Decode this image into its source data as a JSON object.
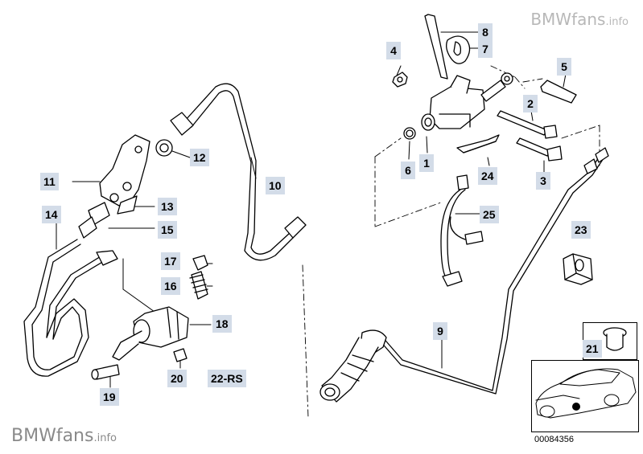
{
  "watermark": {
    "brand": "BMWfans",
    "tld": ".info"
  },
  "reference_number": "00084356",
  "callouts": [
    {
      "id": "c8",
      "text": "8"
    },
    {
      "id": "c7",
      "text": "7"
    },
    {
      "id": "c4",
      "text": "4"
    },
    {
      "id": "c5",
      "text": "5"
    },
    {
      "id": "c2",
      "text": "2"
    },
    {
      "id": "c6",
      "text": "6"
    },
    {
      "id": "c1",
      "text": "1"
    },
    {
      "id": "c24",
      "text": "24"
    },
    {
      "id": "c3",
      "text": "3"
    },
    {
      "id": "c25",
      "text": "25"
    },
    {
      "id": "c23",
      "text": "23"
    },
    {
      "id": "c12",
      "text": "12"
    },
    {
      "id": "c11",
      "text": "11"
    },
    {
      "id": "c10",
      "text": "10"
    },
    {
      "id": "c13",
      "text": "13"
    },
    {
      "id": "c14",
      "text": "14"
    },
    {
      "id": "c15",
      "text": "15"
    },
    {
      "id": "c17",
      "text": "17"
    },
    {
      "id": "c16",
      "text": "16"
    },
    {
      "id": "c18",
      "text": "18"
    },
    {
      "id": "c9",
      "text": "9"
    },
    {
      "id": "c21",
      "text": "21"
    },
    {
      "id": "c20",
      "text": "20"
    },
    {
      "id": "c22rs",
      "text": "22-RS"
    },
    {
      "id": "c19",
      "text": "19"
    }
  ],
  "colors": {
    "callout_bg": "#d3dce8",
    "line": "#000000",
    "car_marker": "#000000"
  }
}
